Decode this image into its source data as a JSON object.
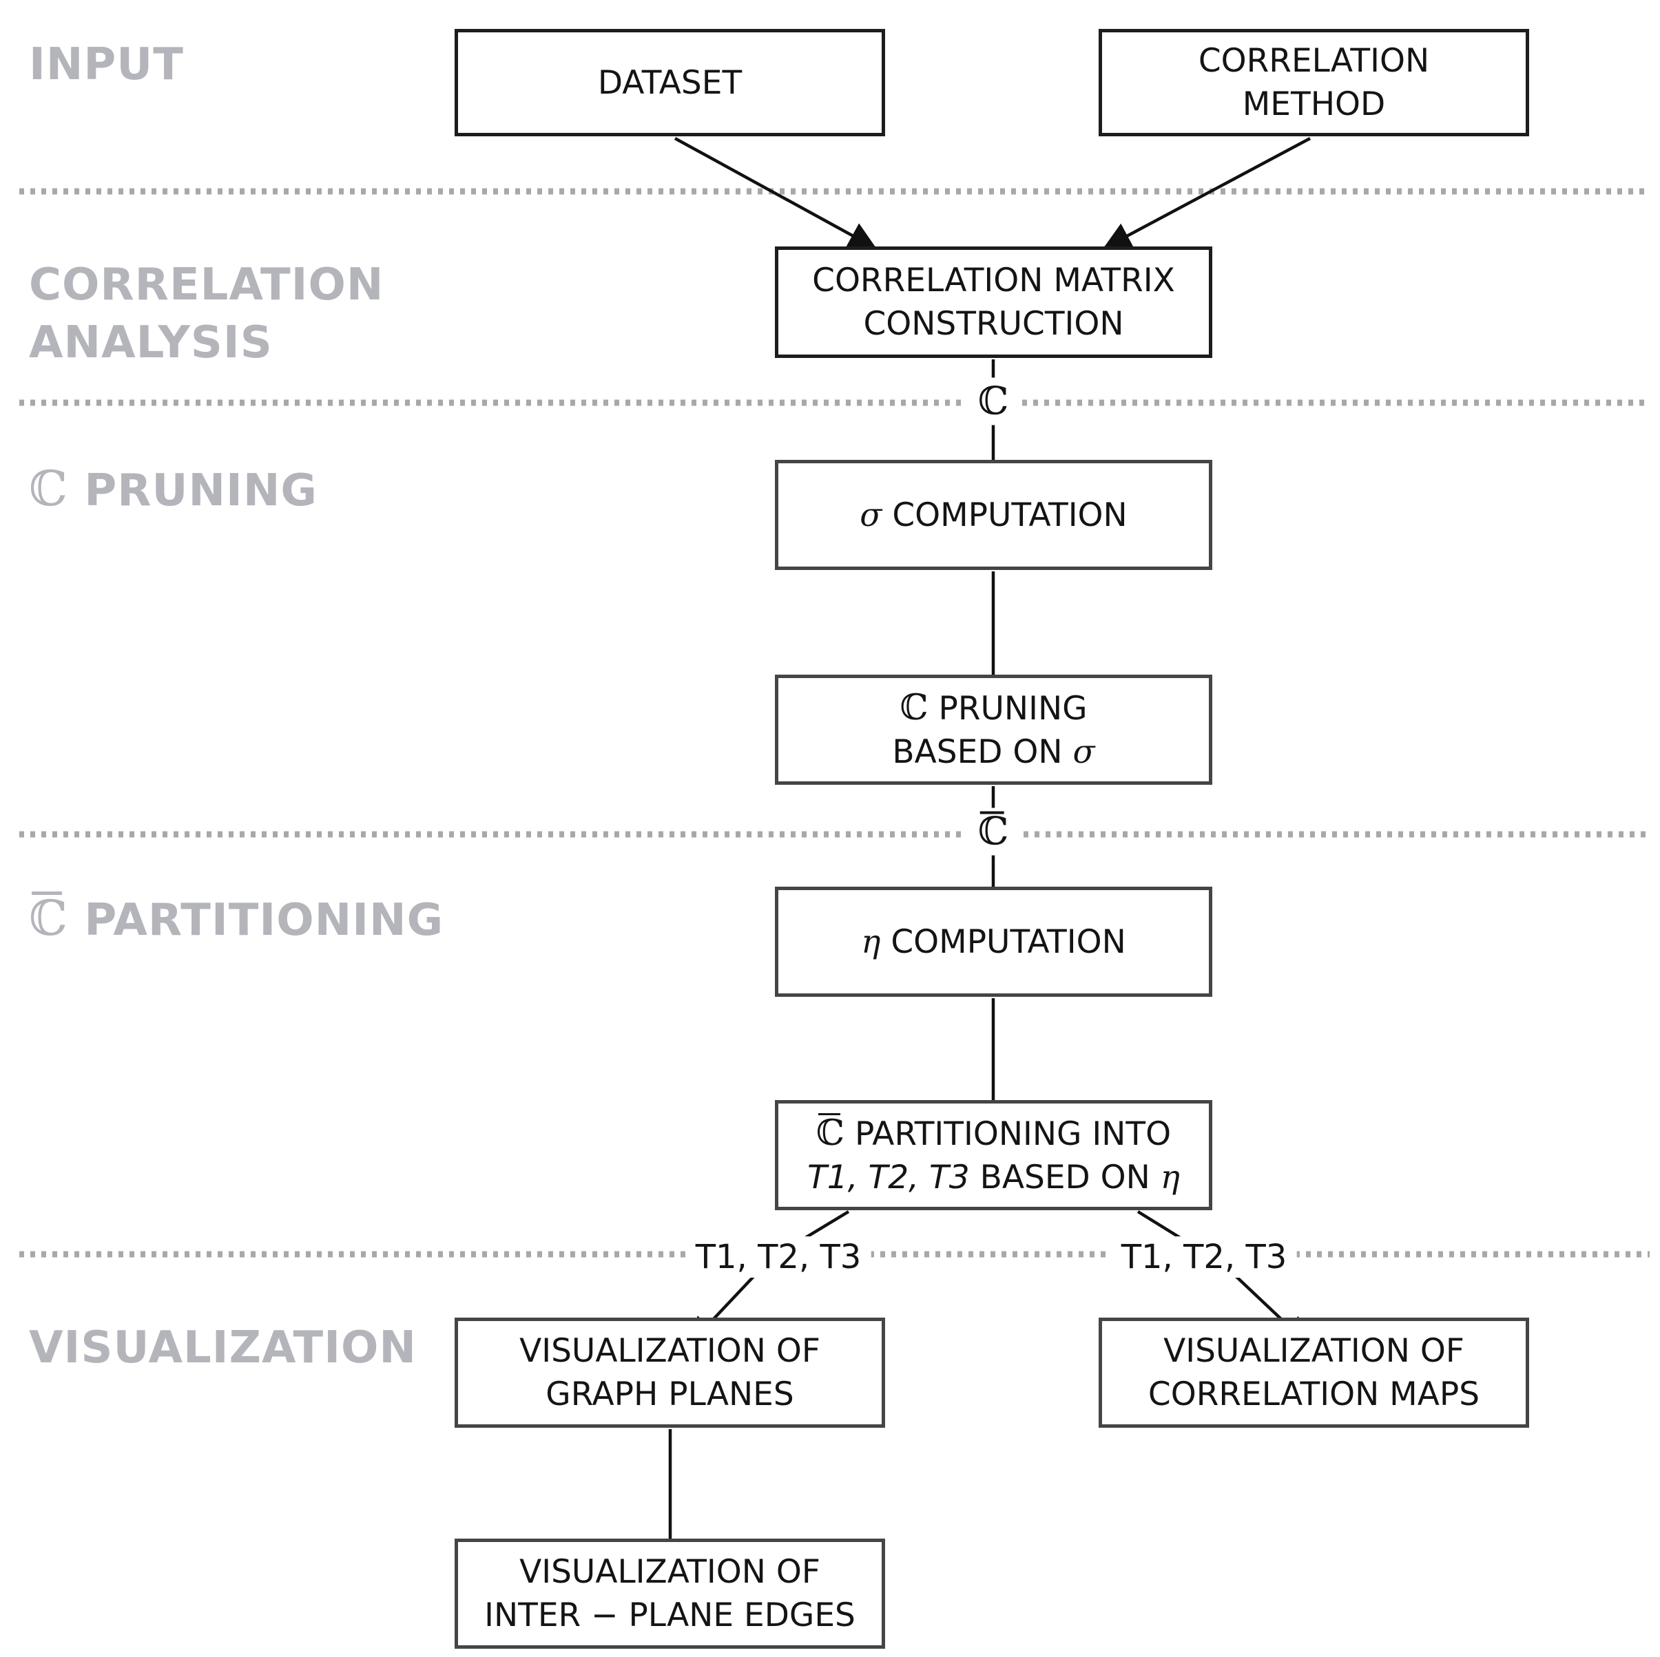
{
  "colors": {
    "background": "#ffffff",
    "section_label_gray": "#b3b5ba",
    "dotted_line_gray": "#a8a8a8",
    "box_border": "#454545",
    "box_border_dark": "#1d1d1d",
    "arrow_black": "#111111",
    "text_black": "#141414"
  },
  "sections": {
    "input": {
      "label": "INPUT"
    },
    "correlation_analysis": {
      "label_line1": "CORRELATION",
      "label_line2": "ANALYSIS"
    },
    "c_pruning": {
      "label_symbol": "ℂ",
      "label_text": " PRUNING"
    },
    "c_partitioning": {
      "label_symbol": "ℂ",
      "label_text": " PARTITIONING"
    },
    "visualization": {
      "label": "VISUALIZATION"
    }
  },
  "boxes": {
    "dataset": {
      "line1": "DATASET"
    },
    "correlation_method": {
      "line1": "CORRELATION",
      "line2": "METHOD"
    },
    "matrix_construction": {
      "line1": "CORRELATION MATRIX",
      "line2": "CONSTRUCTION"
    },
    "sigma_computation": {
      "symbol": "σ",
      "text": " COMPUTATION"
    },
    "c_pruning_box": {
      "line1_symbol": "ℂ",
      "line1_text": " PRUNING",
      "line2_text": "BASED ON ",
      "line2_symbol": "σ"
    },
    "eta_computation": {
      "symbol": "η",
      "text": " COMPUTATION"
    },
    "partitioning_box": {
      "line1_symbol": "ℂ",
      "line1_text": " PARTITIONING INTO",
      "line2_t": "T1, T2, T3",
      "line2_mid": " BASED ON ",
      "line2_symbol": "η"
    },
    "vis_graph_planes": {
      "line1": "VISUALIZATION OF",
      "line2": "GRAPH PLANES"
    },
    "vis_correlation_maps": {
      "line1": "VISUALIZATION OF",
      "line2": "CORRELATION MAPS"
    },
    "vis_interplane_edges": {
      "line1": "VISUALIZATION OF",
      "line2": "INTER − PLANE EDGES"
    }
  },
  "edge_labels": {
    "c_matrix": "ℂ",
    "c_bar": "ℂ",
    "t_left": "T1, T2, T3",
    "t_right": "T1, T2, T3"
  }
}
